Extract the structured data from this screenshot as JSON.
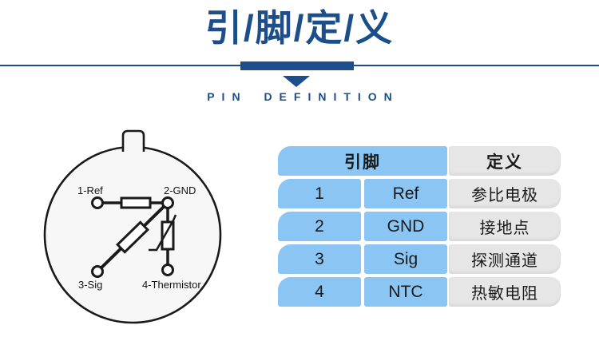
{
  "header": {
    "title": "引/脚/定/义",
    "subtitle": "PIN DEFINITION"
  },
  "colors": {
    "accent_blue": "#1d4e8c",
    "cell_blue": "#8ac5f4",
    "cell_gray": "#e6e6e6",
    "diagram_stroke": "#1a1a1a"
  },
  "diagram": {
    "pins": [
      {
        "label": "1-Ref"
      },
      {
        "label": "2-GND"
      },
      {
        "label": "3-Sig"
      },
      {
        "label": "4-Thermistor"
      }
    ]
  },
  "table": {
    "columns": [
      "引脚",
      "定义"
    ],
    "rows": [
      {
        "pin": "1",
        "name": "Ref",
        "definition": "参比电极"
      },
      {
        "pin": "2",
        "name": "GND",
        "definition": "接地点"
      },
      {
        "pin": "3",
        "name": "Sig",
        "definition": "探测通道"
      },
      {
        "pin": "4",
        "name": "NTC",
        "definition": "热敏电阻"
      }
    ]
  }
}
